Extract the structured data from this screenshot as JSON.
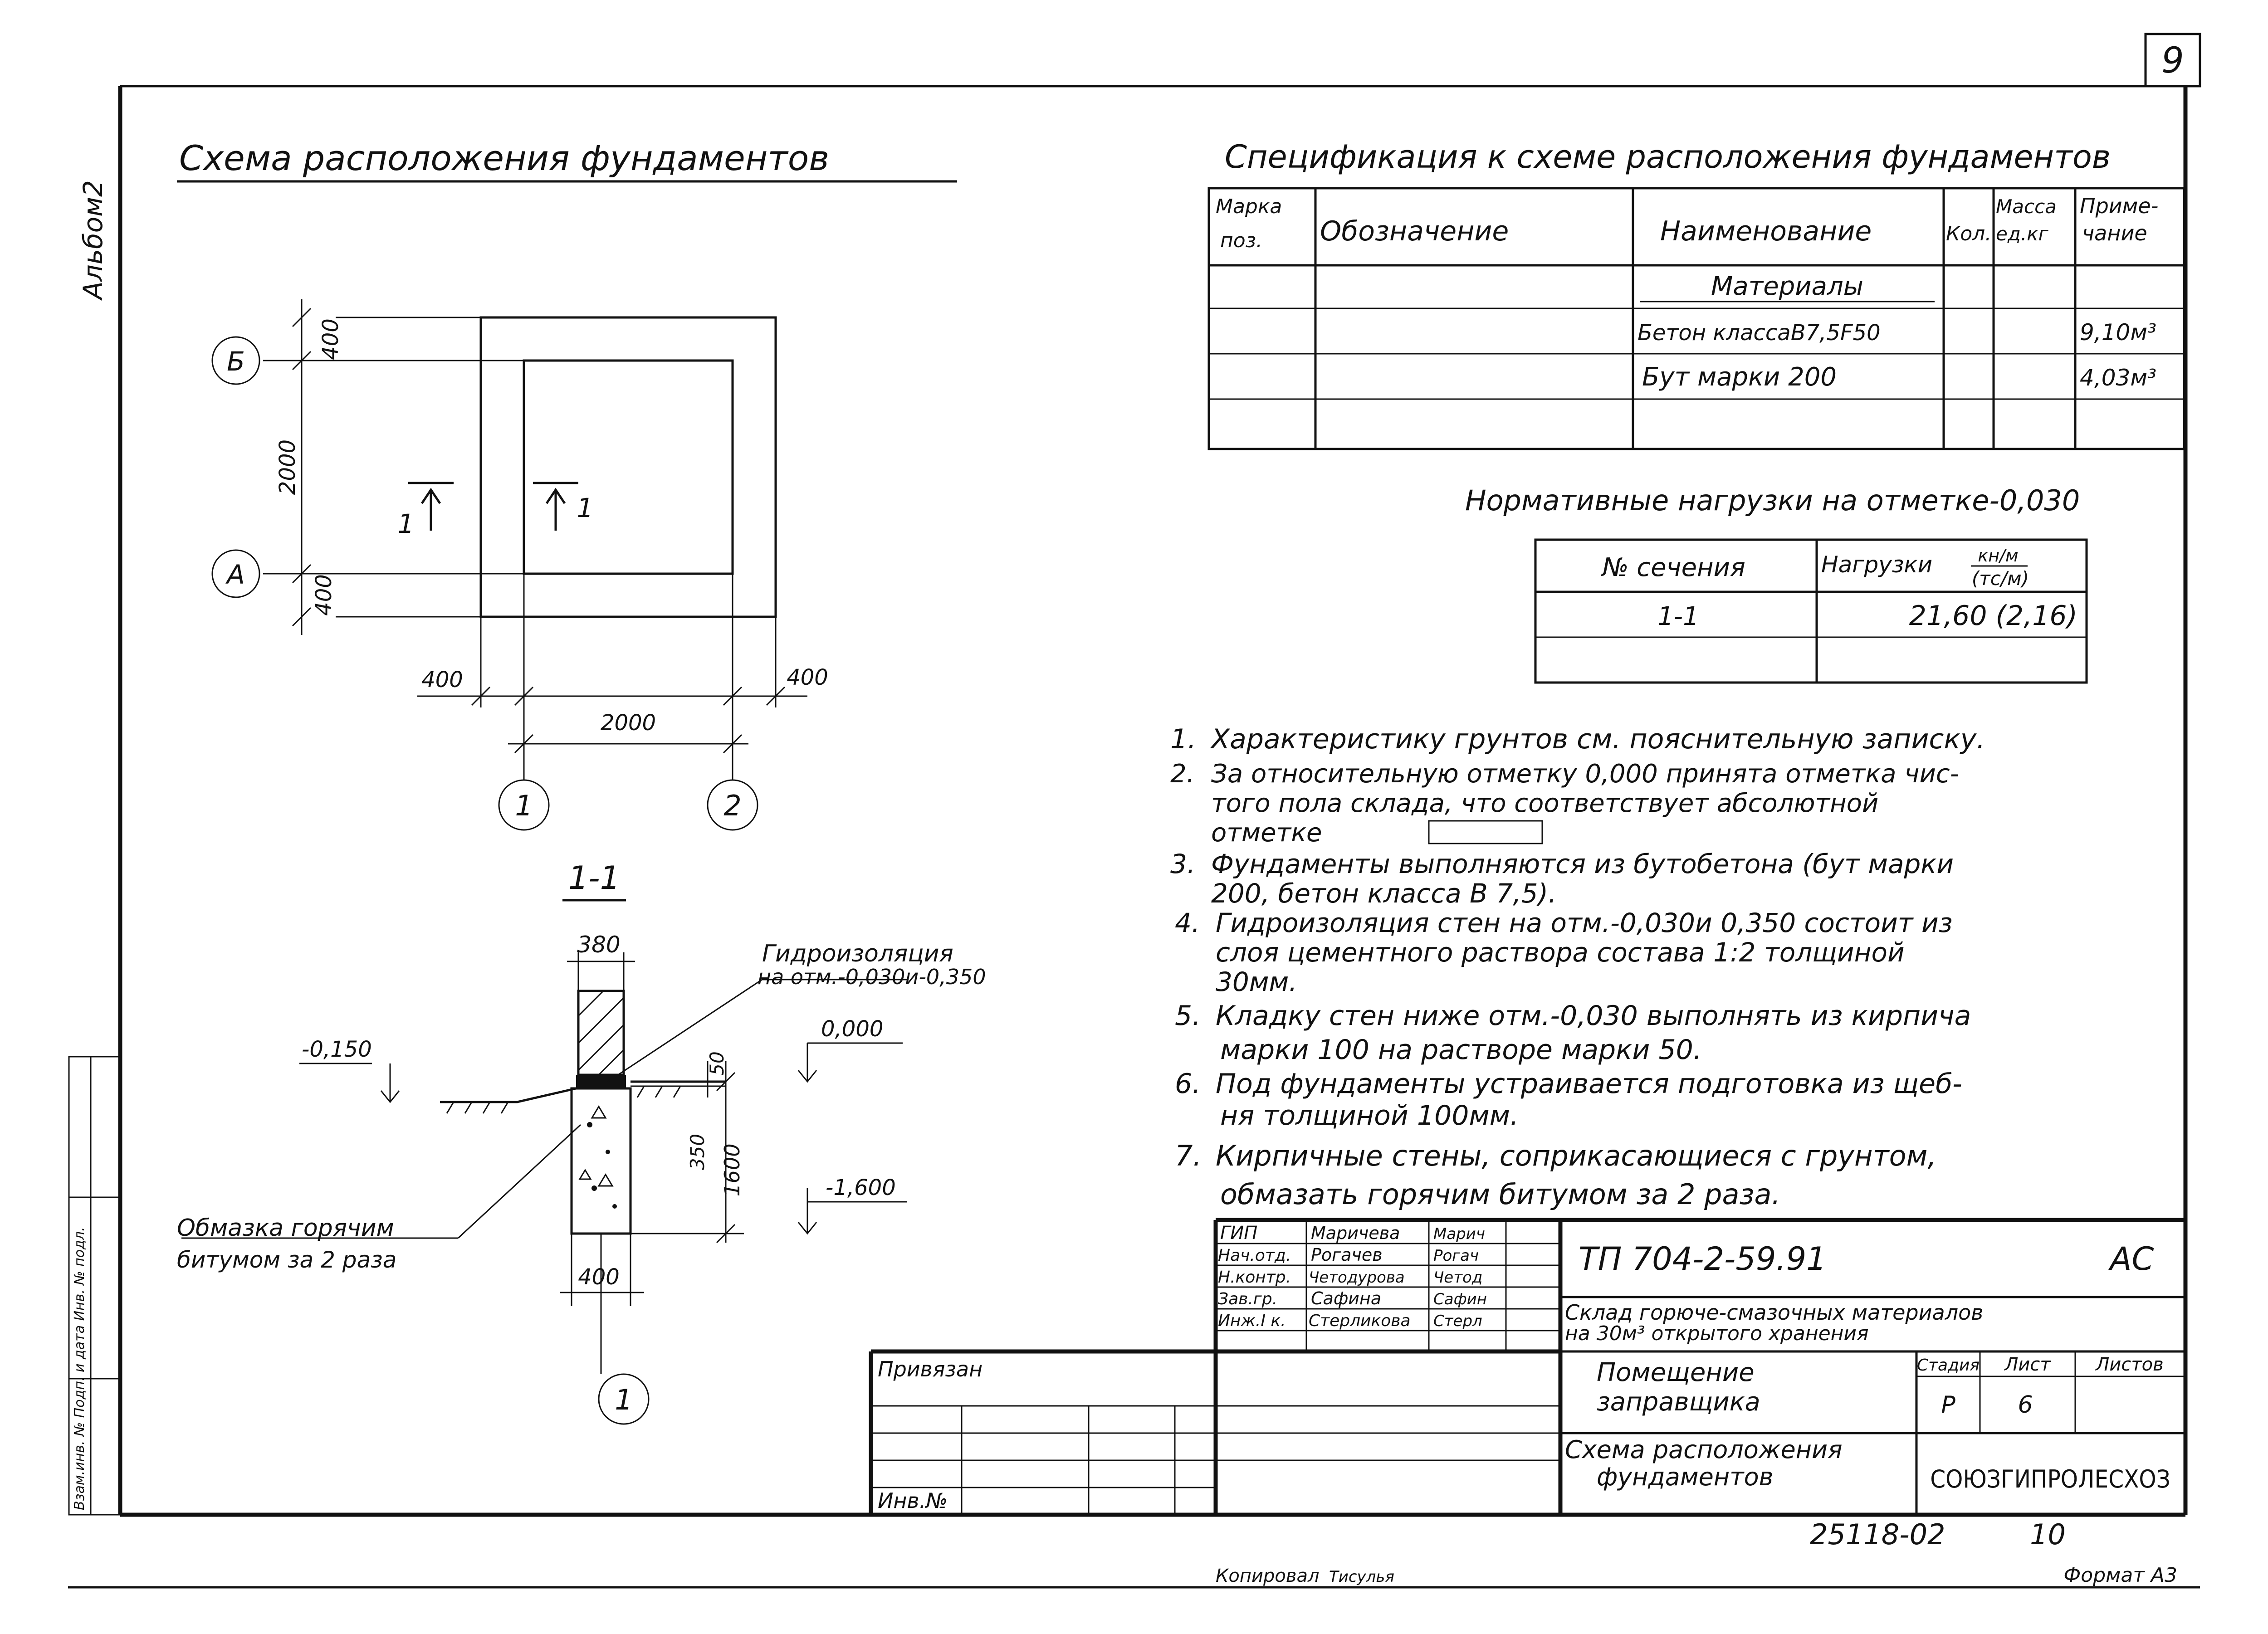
{
  "sheet": {
    "page_number": "9",
    "album_label": "Альбом2",
    "left_strip_label": "Взам.инв. № Подп. и дата Инв. № подл.",
    "copied_by": "Копировал",
    "copier_signature": "Тисулья",
    "format_label": "Формат А3"
  },
  "plan": {
    "title": "Схема расположения фундаментов",
    "axis_b": "Б",
    "axis_a": "А",
    "axis_1": "1",
    "axis_2": "2",
    "dim_400_top": "400",
    "dim_2000_v": "2000",
    "dim_400_bottom": "400",
    "dim_400_left": "400",
    "dim_400_right": "400",
    "dim_2000_h": "2000",
    "section_mark_left": "1",
    "section_mark_right": "1"
  },
  "section": {
    "title": "1-1",
    "dim_380": "380",
    "waterproofing_label": "Гидроизоляция",
    "waterproofing_marks": "на отм.-0,030и-0,350",
    "level_minus_0150": "-0,150",
    "level_0000": "0,000",
    "dim_50": "50",
    "dim_350": "350",
    "dim_1600": "1600",
    "level_minus_1600": "-1,600",
    "coating_label_line1": "Обмазка горячим",
    "coating_label_line2": "битумом за 2 раза",
    "dim_400": "400",
    "axis": "1"
  },
  "spec": {
    "title": "Спецификация к схеме расположения фундаментов",
    "headers": {
      "mark_line1": "Марка",
      "mark_line2": "поз.",
      "designation": "Обозначение",
      "name": "Наименование",
      "qty": "Кол.",
      "mass_line1": "Масса",
      "mass_line2": "ед.кг",
      "note_line1": "Приме-",
      "note_line2": "чание"
    },
    "rows": [
      {
        "name": "Материалы",
        "note": ""
      },
      {
        "name": "Бетон классаВ7,5F50",
        "note": "9,10м³"
      },
      {
        "name": "Бут марки 200",
        "note": "4,03м³"
      }
    ]
  },
  "loads": {
    "title": "Нормативные нагрузки на отметке-0,030",
    "col1_header": "№ сечения",
    "col2_header": "Нагрузки",
    "unit_top": "кн/м",
    "unit_bottom": "(тс/м)",
    "section_value": "1-1",
    "load_value": "21,60 (2,16)"
  },
  "notes": [
    {
      "num": "1.",
      "lines": [
        "Характеристику грунтов см. пояснительную записку."
      ]
    },
    {
      "num": "2.",
      "lines": [
        "За относительную отметку 0,000 принята отметка чис-",
        "того пола склада, что соответствует абсолютной",
        "отметке"
      ]
    },
    {
      "num": "3.",
      "lines": [
        "Фундаменты выполняются из бутобетона (бут марки",
        "200, бетон класса В 7,5)."
      ]
    },
    {
      "num": "4.",
      "lines": [
        "Гидроизоляция стен на отм.-0,030и 0,350 состоит из",
        "слоя цементного раствора состава 1:2 толщиной",
        "30мм."
      ]
    },
    {
      "num": "5.",
      "lines": [
        "Кладку стен ниже отм.-0,030 выполнять из кирпича",
        "марки 100 на растворе марки 50."
      ]
    },
    {
      "num": "6.",
      "lines": [
        "Под фундаменты устраивается подготовка из щеб-",
        "ня толщиной 100мм."
      ]
    },
    {
      "num": "7.",
      "lines": [
        "Кирпичные стены, соприкасающиеся с грунтом,",
        "обмазать горячим битумом за 2 раза."
      ]
    }
  ],
  "title_block": {
    "roles": [
      {
        "role": "ГИП",
        "name": "Маричева",
        "sign": "Марич"
      },
      {
        "role": "Нач.отд.",
        "name": "Рогачев",
        "sign": "Рогач"
      },
      {
        "role": "Н.контр.",
        "name": "Четодурова",
        "sign": "Четод"
      },
      {
        "role": "Зав.гр.",
        "name": "Сафина",
        "sign": "Сафин"
      },
      {
        "role": "Инж.I к.",
        "name": "Стерликова",
        "sign": "Стерл"
      }
    ],
    "code": "ТП 704-2-59.91",
    "mark": "АС",
    "project_line1": "Склад горюче-смазочных материалов",
    "project_line2": "на 30м³ открытого хранения",
    "building_line1": "Помещение",
    "building_line2": "заправщика",
    "stage_header": "Стадия",
    "sheet_header": "Лист",
    "sheets_header": "Листов",
    "stage": "Р",
    "sheet_no": "6",
    "drawing_line1": "Схема расположения",
    "drawing_line2": "фундаментов",
    "organization": "СОЮЗГИПРОЛЕСХОЗ",
    "privyazan": "Привязан",
    "inv_no": "Инв.№"
  },
  "bottom": {
    "archive_no": "25118-02",
    "archive_sheet": "10"
  }
}
